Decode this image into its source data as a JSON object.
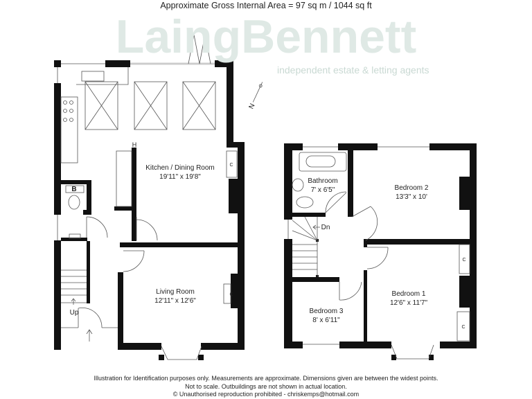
{
  "header": {
    "title": "Approximate Gross Internal Area  =  97 sq m / 1044 sq ft"
  },
  "watermark": {
    "brand": "LaingBennett",
    "tagline": "independent estate & letting agents",
    "color": "#dfe9e5"
  },
  "compass": {
    "label": "N"
  },
  "ground_floor": {
    "rooms": [
      {
        "name": "Kitchen / Dining Room",
        "size": "19'11\" x 19'8\""
      },
      {
        "name": "Living Room",
        "size": "12'11\" x 12'6\""
      }
    ],
    "marks": {
      "boiler": "B",
      "cupboard": "C",
      "partition": "H",
      "stairs": "Up"
    }
  },
  "first_floor": {
    "rooms": [
      {
        "name": "Bathroom",
        "size": "7' x 6'5\""
      },
      {
        "name": "Bedroom 2",
        "size": "13'3\" x 10'"
      },
      {
        "name": "Bedroom 1",
        "size": "12'6\" x 11'7\""
      },
      {
        "name": "Bedroom 3",
        "size": "8' x 6'11\""
      }
    ],
    "marks": {
      "cupboard": "C",
      "stairs": "Dn"
    }
  },
  "footer": {
    "line1": "Illustration for Identification purposes only.  Measurements are approximate. Dimensions given are between the widest points.",
    "line2": "Not to scale.  Outbuildings are not shown in actual location.",
    "line3": "© Unauthorised reproduction prohibited  -  chriskemps@hotmail.com"
  }
}
